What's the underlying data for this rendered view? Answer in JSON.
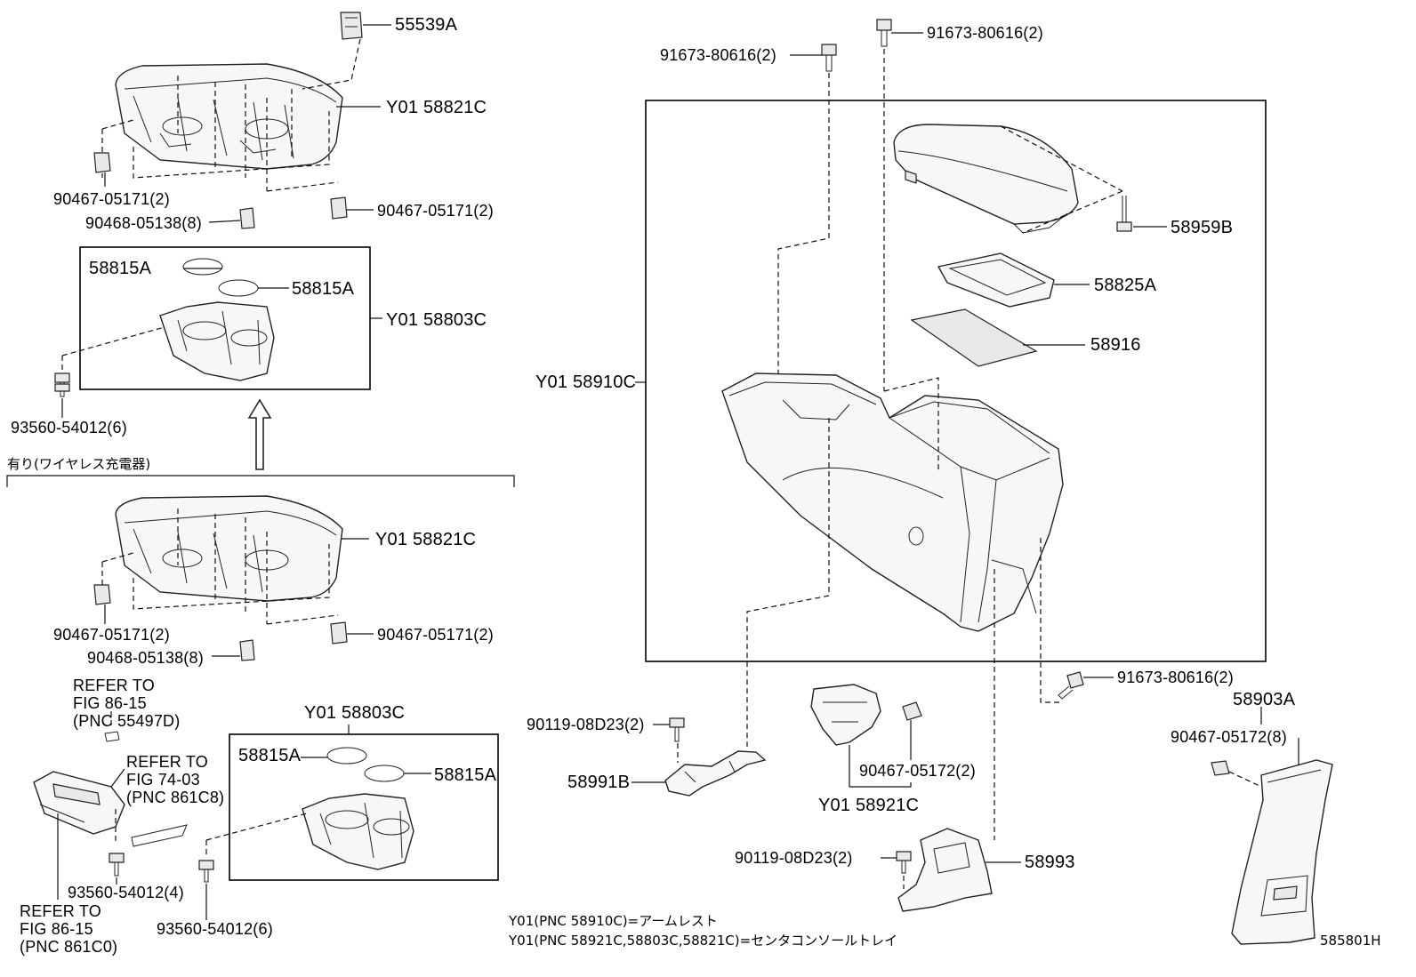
{
  "labels": {
    "p55539A": "55539A",
    "y01_58821C_top": "Y01 58821C",
    "p90467_05171_tl": "90467-05171(2)",
    "p90468_05138_t": "90468-05138(8)",
    "p90467_05171_tr": "90467-05171(2)",
    "p58815A_a": "58815A",
    "p58815A_b": "58815A",
    "y01_58803C_top": "Y01 58803C",
    "p93560_54012_top": "93560-54012(6)",
    "wireless_note": "有り(ワイヤレス充電器)",
    "y01_58821C_mid": "Y01 58821C",
    "p90467_05171_ml": "90467-05171(2)",
    "p90467_05171_mr": "90467-05171(2)",
    "p90468_05138_m": "90468-05138(8)",
    "refer1_a": "REFER TO",
    "refer1_b": "FIG 86-15",
    "refer1_c": "(PNC 55497D)",
    "refer2_a": "REFER TO",
    "refer2_b": "FIG 74-03",
    "refer2_c": "(PNC 861C8)",
    "y01_58803C_bot": "Y01 58803C",
    "p58815A_c": "58815A",
    "p58815A_d": "58815A",
    "p93560_54012_4": "93560-54012(4)",
    "p93560_54012_6b": "93560-54012(6)",
    "refer3_a": "REFER TO",
    "refer3_b": "FIG 86-15",
    "refer3_c": "(PNC 861C0)",
    "p91673_a": "91673-80616(2)",
    "p91673_b": "91673-80616(2)",
    "p58959B": "58959B",
    "p58825A": "58825A",
    "p58916": "58916",
    "y01_58910C": "Y01 58910C",
    "p91673_c": "91673-80616(2)",
    "p90119_a": "90119-08D23(2)",
    "p58991B": "58991B",
    "p90467_05172_2": "90467-05172(2)",
    "y01_58921C": "Y01 58921C",
    "p90119_b": "90119-08D23(2)",
    "p58993": "58993",
    "p58903A": "58903A",
    "p90467_05172_8": "90467-05172(8)",
    "note1": "Y01(PNC 58910C)=アームレスト",
    "note2": "Y01(PNC 58921C,58803C,58821C)=センタコンソールトレイ",
    "fig_id": "585801H"
  }
}
